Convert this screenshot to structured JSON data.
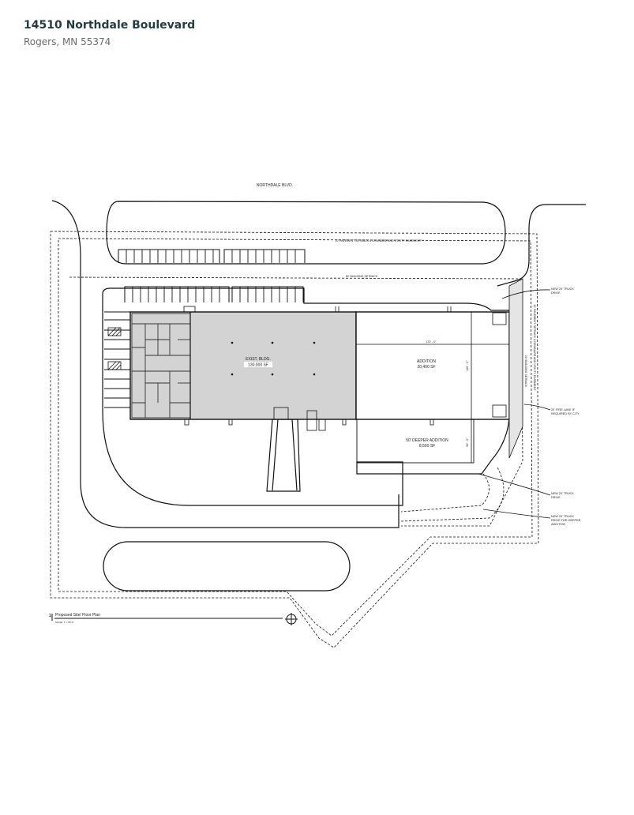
{
  "header": {
    "title": "14510 Northdale Boulevard",
    "subtitle": "Rogers, MN 55374"
  },
  "plan": {
    "street_label": "NORTHDALE BLVD.",
    "easement_label": "10' PAVEMENT SETBACK & DRAINAGE AND UTILITY EASEMENT",
    "building_setback_label": "50' BUILDING SETBACK",
    "side_easement_label": "10' PAVEMENT SETBACK & DRAINAGE AND UTILITY EASEMENT",
    "side_setback_label": "20' BUILDING SETBACK",
    "existing_bldg_line1": "EXIST. BLDG.",
    "existing_bldg_line2": "130,000 SF",
    "addition_line1": "ADDITION",
    "addition_line2": "20,400 SF",
    "deeper_addition_line1": "50' DEEPER ADDITION",
    "deeper_addition_line2": "8,500 SF",
    "dim_width": "170' - 0\"",
    "dim_depth": "120' - 0\"",
    "dim_deeper": "50' - 0\"",
    "callouts": {
      "truck_drive_top_1": "NEW 20' TRUCK",
      "truck_drive_top_2": "DRIVE",
      "fire_lane_1": "20' FIRE LANE IF",
      "fire_lane_2": "REQUIRED BY CITY",
      "truck_drive_mid_1": "NEW 20' TRUCK",
      "truck_drive_mid_2": "DRIVE",
      "truck_drive_deeper_1": "NEW 20' TRUCK",
      "truck_drive_deeper_2": "DRIVE FOR DEEPER",
      "truck_drive_deeper_3": "ADDITION"
    },
    "title_block": {
      "number": "1",
      "name": "Proposed Site/ Floor Plan",
      "scale": "SCALE: 1\" = 80'-0\""
    }
  },
  "colors": {
    "building_fill": "#d3d3d3",
    "line": "#111111",
    "title": "#1f3f3f",
    "subtitle": "#6b6b6b"
  }
}
